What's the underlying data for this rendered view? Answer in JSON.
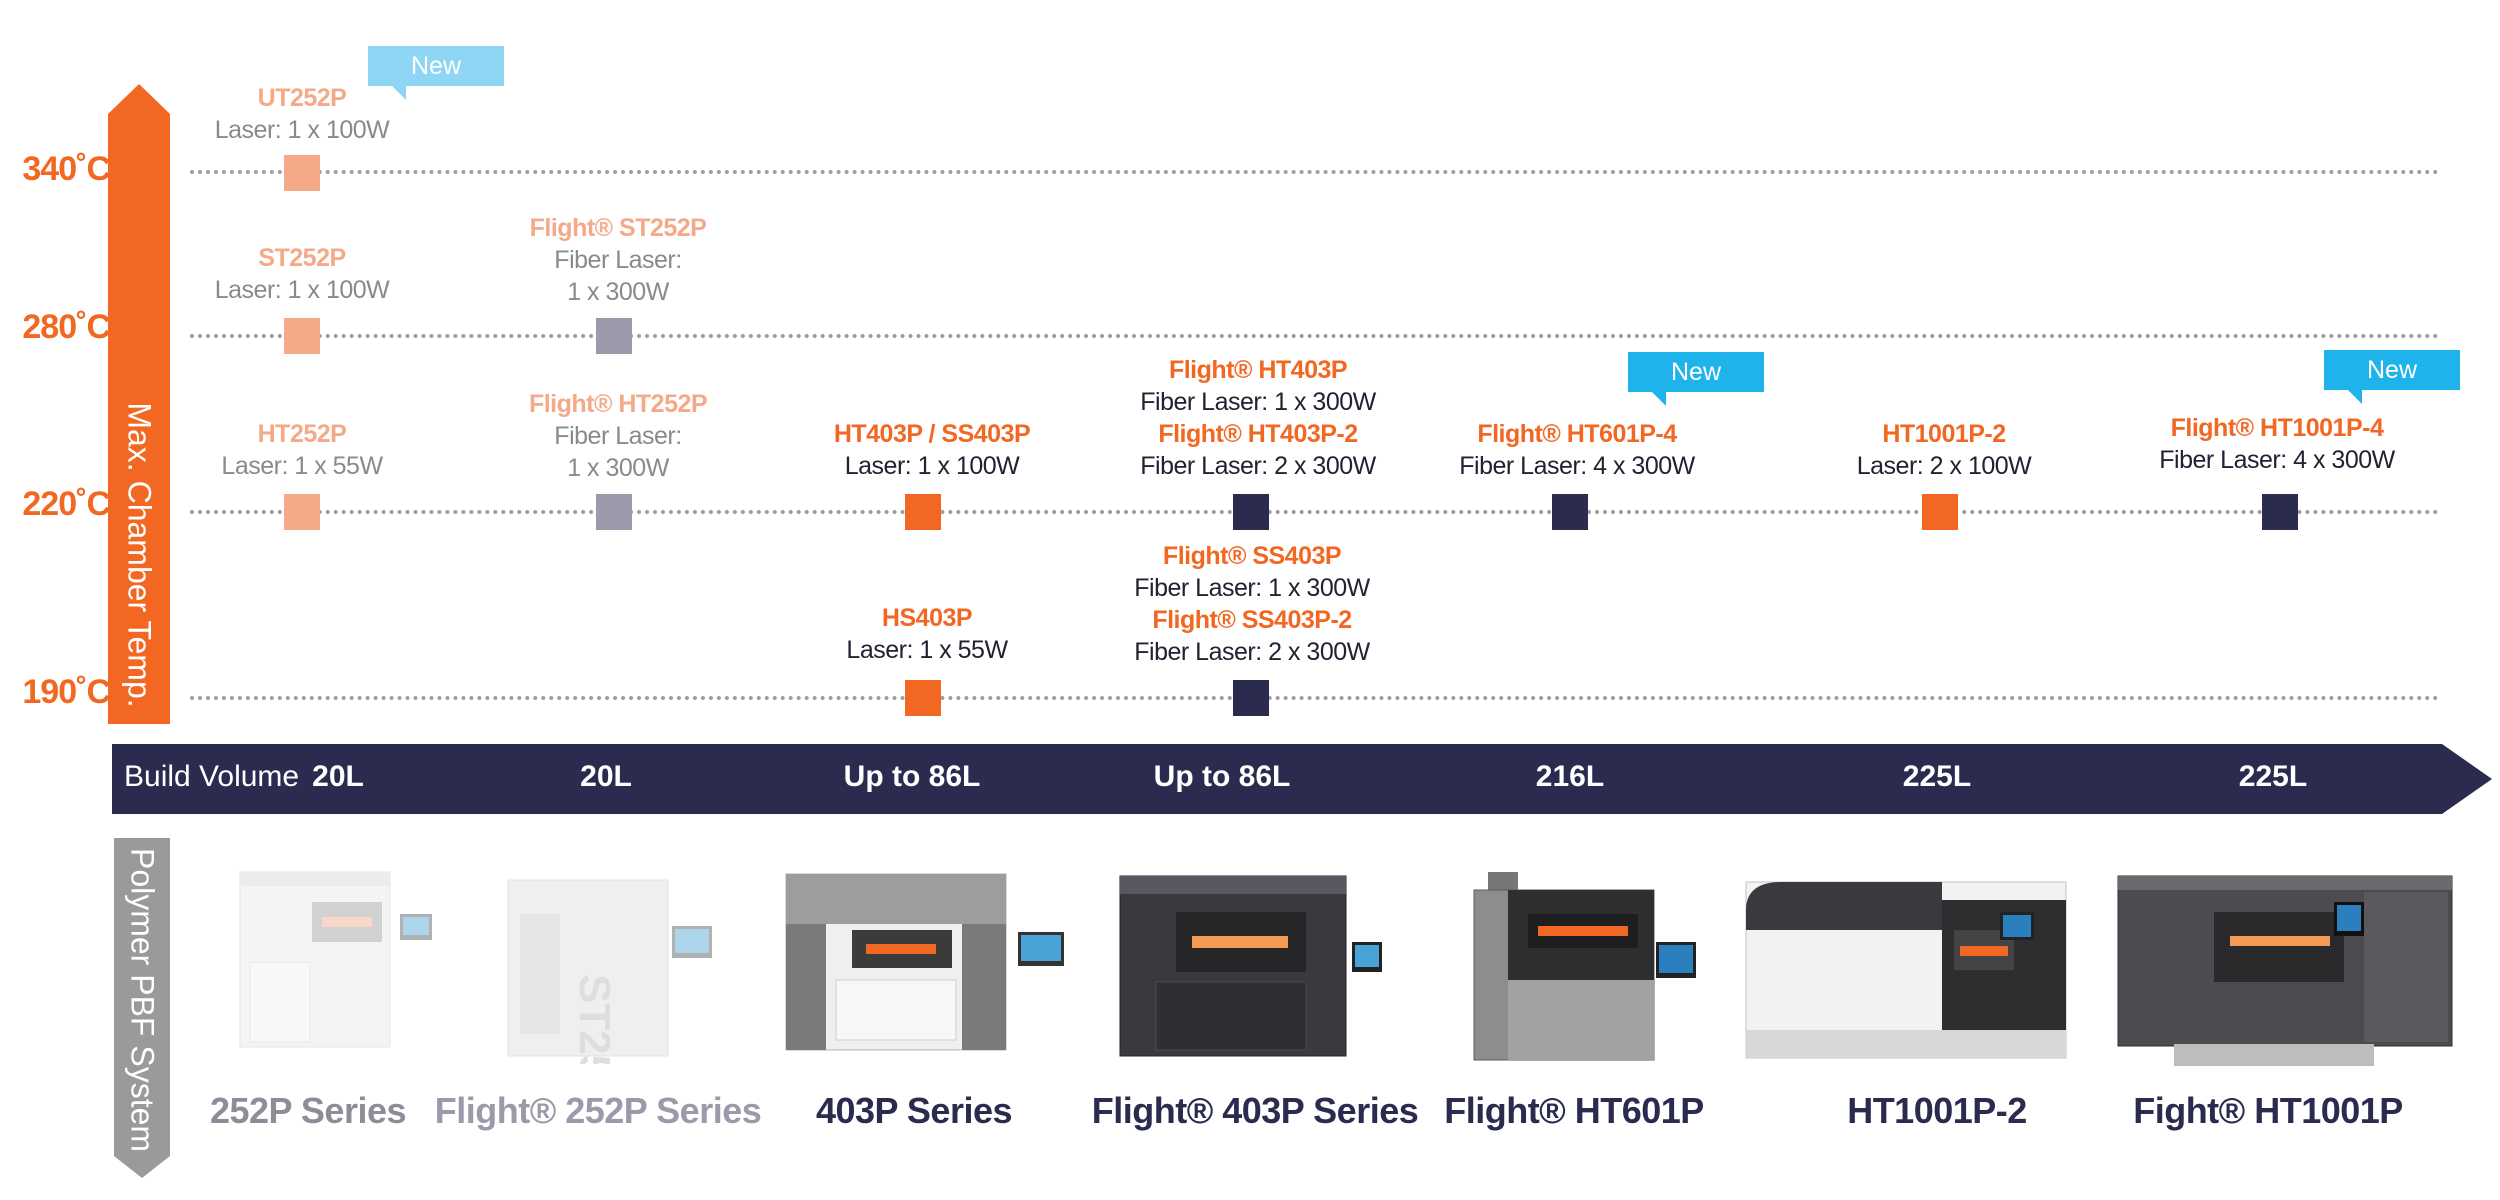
{
  "colors": {
    "orange": "#f26722",
    "light_orange": "#f4a988",
    "navy": "#2a2b4e",
    "grey_marker": "#9b9aab",
    "new_tag": "#1eb3ea",
    "new_tag_pale": "#8ed6f3",
    "side_bar_grey": "#9a9a9a"
  },
  "axis": {
    "y_label": "Max. Chamber Temp.",
    "x_label": "Build Volume",
    "side_label": "Polymer PBF System"
  },
  "temperatures": [
    "340˚C",
    "280˚C",
    "220˚C",
    "190˚C"
  ],
  "new_tag": "New",
  "models": {
    "ut252p": {
      "name": "UT252P",
      "spec": "Laser: 1 x 100W"
    },
    "st252p": {
      "name": "ST252P",
      "spec": "Laser: 1 x 100W"
    },
    "ht252p": {
      "name": "HT252P",
      "spec": "Laser: 1 x 55W"
    },
    "flight_st252p": {
      "name": "Flight® ST252P",
      "spec1": "Fiber Laser:",
      "spec2": "1 x 300W"
    },
    "flight_ht252p": {
      "name": "Flight® HT252P",
      "spec1": "Fiber Laser:",
      "spec2": "1 x 300W"
    },
    "ht403p_ss403p": {
      "name": "HT403P / SS403P",
      "spec": "Laser: 1 x 100W"
    },
    "hs403p": {
      "name": "HS403P",
      "spec": "Laser: 1 x 55W"
    },
    "flight_ht403p": {
      "name": "Flight® HT403P",
      "spec": "Fiber Laser: 1 x 300W"
    },
    "flight_ht403p_2": {
      "name": "Flight® HT403P-2",
      "spec": "Fiber Laser: 2 x 300W"
    },
    "flight_ss403p": {
      "name": "Flight® SS403P",
      "spec": "Fiber Laser: 1 x 300W"
    },
    "flight_ss403p_2": {
      "name": "Flight® SS403P-2",
      "spec": "Fiber Laser: 2 x 300W"
    },
    "flight_ht601p_4": {
      "name": "Flight® HT601P-4",
      "spec": "Fiber Laser: 4 x 300W"
    },
    "ht1001p_2": {
      "name": "HT1001P-2",
      "spec": "Laser: 2 x 100W"
    },
    "flight_ht1001p_4": {
      "name": "Flight® HT1001P-4",
      "spec": "Fiber Laser: 4 x 300W"
    }
  },
  "build_volumes": [
    "20L",
    "20L",
    "Up to 86L",
    "Up to 86L",
    "216L",
    "225L",
    "225L"
  ],
  "series": [
    "252P Series",
    "Flight® 252P Series",
    "403P Series",
    "Flight® 403P Series",
    "Flight® HT601P",
    "HT1001P-2",
    "Fight® HT1001P"
  ]
}
